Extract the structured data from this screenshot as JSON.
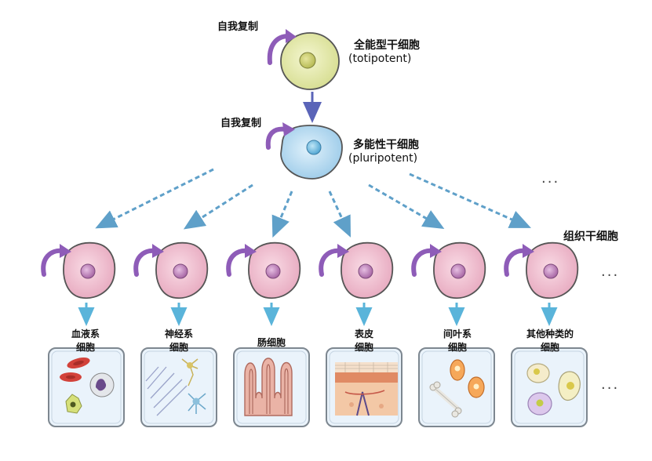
{
  "self_renewal_label": "自我复制",
  "totipotent": {
    "name": "全能型干细胞",
    "en": "(totipotent)",
    "color": "#e8ecb4"
  },
  "pluripotent": {
    "name": "多能性干细胞",
    "en": "(pluripotent)",
    "color": "#bfe0f5"
  },
  "tissue_stem_label": "组织干细胞",
  "ellipsis": "···",
  "categories": [
    {
      "line1": "血液系",
      "line2": "细胞"
    },
    {
      "line1": "神经系",
      "line2": "细胞"
    },
    {
      "line1": "肠细胞",
      "line2": ""
    },
    {
      "line1": "表皮",
      "line2": "细胞"
    },
    {
      "line1": "间叶系",
      "line2": "细胞"
    },
    {
      "line1": "其他种类的",
      "line2": "细胞"
    }
  ],
  "colors": {
    "tissue_cell": "#f2c4d4",
    "nucleus": "#c58ac0",
    "renewal_arrow": "#8e5cb8",
    "down_arrow": "#5a64b8",
    "dashed_arrow": "#5fa0c9",
    "small_arrow": "#5ab4da"
  }
}
